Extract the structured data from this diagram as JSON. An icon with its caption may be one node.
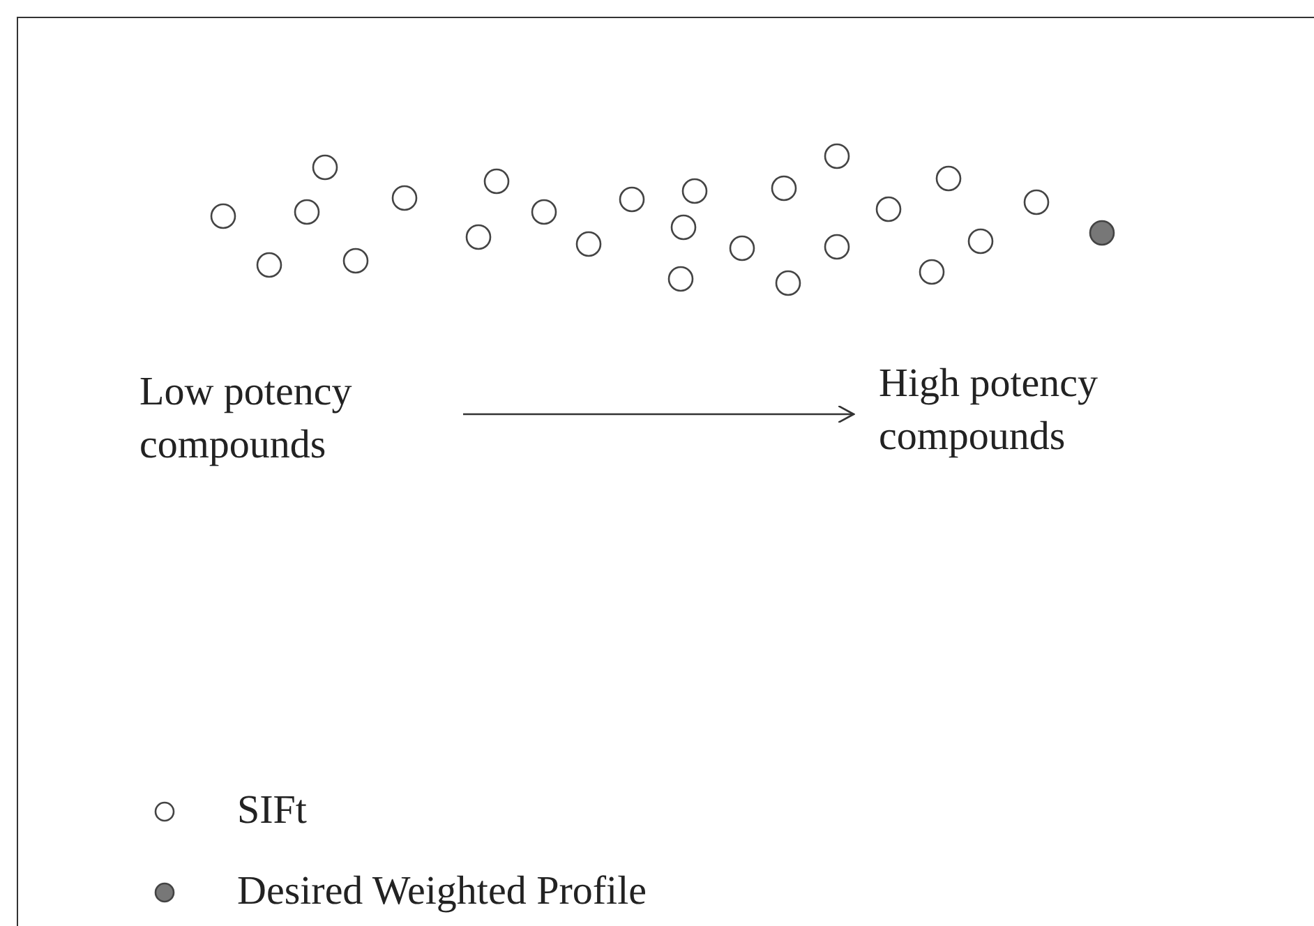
{
  "diagram": {
    "nodes": [
      {
        "text": [
          "Low potency compounds"
        ]
      },
      {
        "text": [
          "High potency compounds"
        ]
      }
    ],
    "edges": [
      {
        "from": 0,
        "to": 1,
        "arrow": "to"
      }
    ],
    "legend": [
      {
        "text": "SIFt"
      },
      {
        "text": "Desired Weighted Profile"
      }
    ]
  }
}
